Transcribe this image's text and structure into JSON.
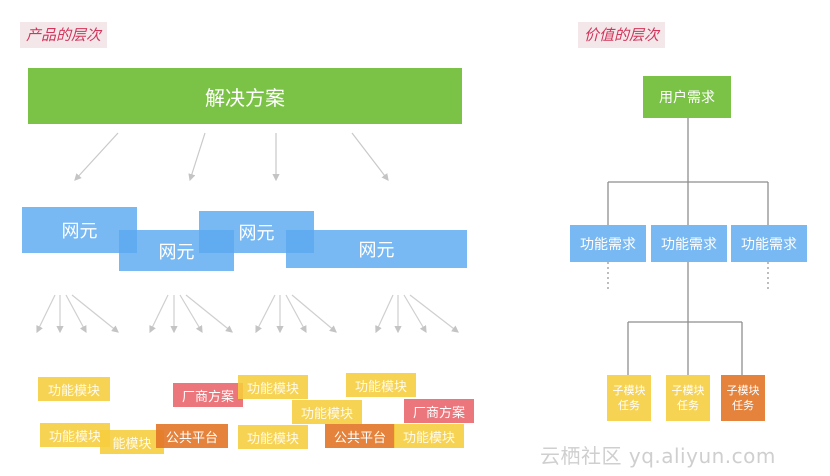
{
  "left": {
    "label": "产品的层次",
    "solution": "解决方案",
    "network_elements": [
      "网元",
      "网元",
      "网元",
      "网元"
    ],
    "modules": {
      "feature": "功能模块",
      "vendor": "厂商方案",
      "platform": "公共平台",
      "partial": "能模块"
    }
  },
  "right": {
    "label": "价值的层次",
    "user_need": "用户需求",
    "feature_needs": [
      "功能需求",
      "功能需求",
      "功能需求"
    ],
    "submodule_line1": "子模块",
    "submodule_line2": "任务"
  },
  "watermark": "云栖社区 yq.aliyun.com",
  "colors": {
    "green": "#7bc347",
    "blue": "#5caaf0",
    "yellow": "#f6cd3c",
    "red": "#e75e64",
    "orange": "#e27628"
  }
}
